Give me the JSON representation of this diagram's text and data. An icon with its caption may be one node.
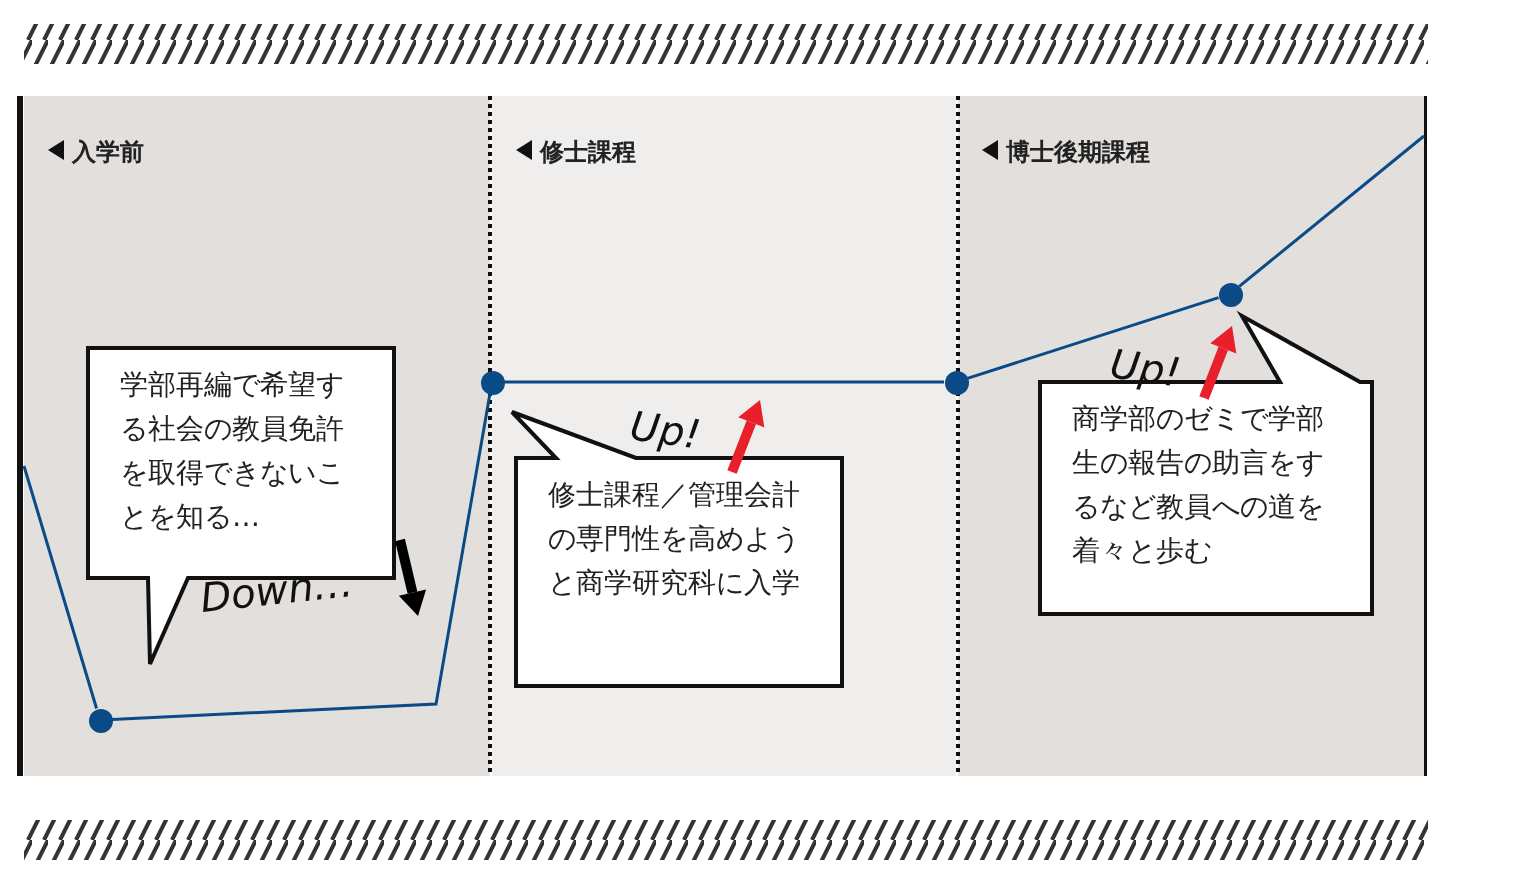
{
  "diagram": {
    "nodes": [
      {
        "text": [
          "入学前"
        ]
      },
      {
        "text": [
          "学部再編で希望する社会の教員免許を取得できないことを知る…"
        ],
        "in": 0
      },
      {
        "text": [],
        "shape": "circle",
        "in": 0
      },
      {
        "text": [
          "修士課程"
        ]
      },
      {
        "text": [],
        "shape": "circle"
      },
      {
        "text": [
          "修士課程／管理会計の専門性を高めようと商学研究科に入学"
        ],
        "in": 3
      },
      {
        "text": [],
        "shape": "circle"
      },
      {
        "text": [
          "博士後期課程"
        ]
      },
      {
        "text": [
          "商学部のゼミで学部生の報告の助言をするなど教員への道を着々と歩む"
        ],
        "in": 7
      },
      {
        "text": [],
        "shape": "circle",
        "in": 7
      }
    ],
    "edges": [
      {
        "from": null,
        "to": 2,
        "arrow": "none"
      },
      {
        "from": 2,
        "to": 4,
        "arrow": "none"
      },
      {
        "from": 4,
        "to": 6,
        "arrow": "none"
      },
      {
        "from": 6,
        "to": 9,
        "arrow": "none"
      },
      {
        "from": 9,
        "to": null,
        "arrow": "none"
      }
    ],
    "labels": [
      "Down…",
      "Up!",
      "Up!"
    ]
  }
}
